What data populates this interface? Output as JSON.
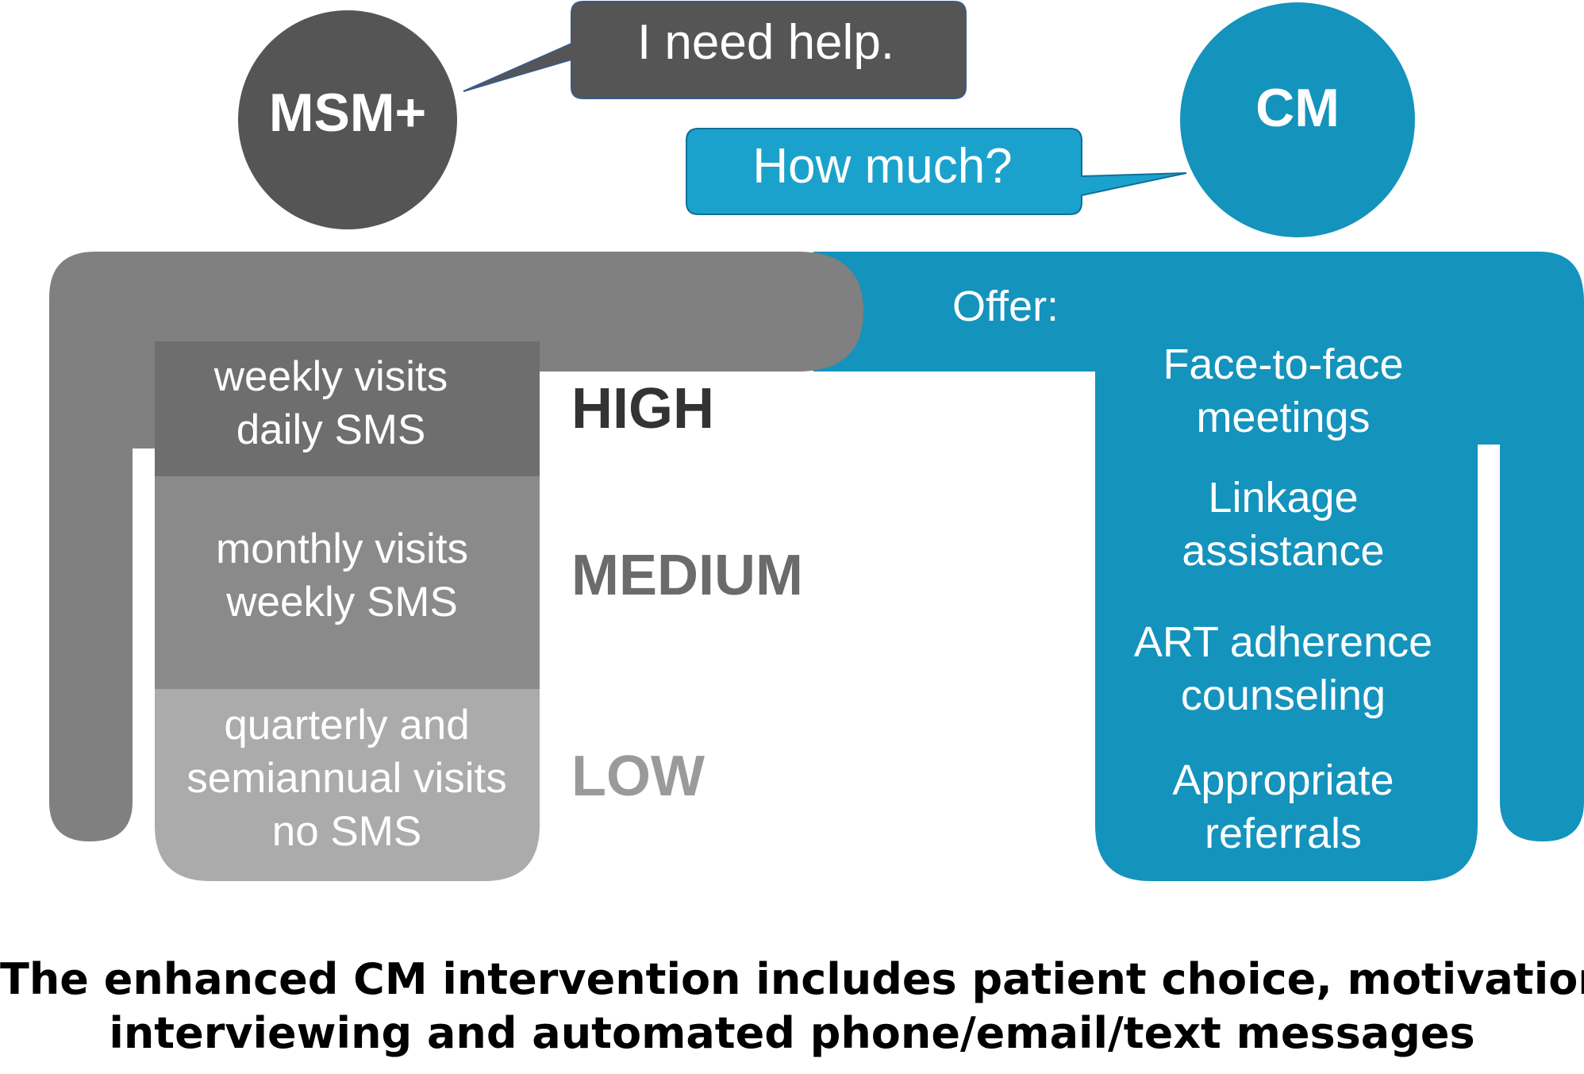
{
  "colors": {
    "msm_dark": "#555555",
    "msm_body": "#808080",
    "high_tier": "#6e6e6e",
    "medium_tier": "#8a8a8a",
    "low_tier": "#ababab",
    "cm_blue": "#1493bd",
    "bubble_blue": "#1ba2cc",
    "high_label": "#333333",
    "medium_label": "#6b6b6b",
    "low_label": "#9a9a9a",
    "caption": "#000000"
  },
  "msm": {
    "head_label": "MSM+",
    "speech": "I need help."
  },
  "cm": {
    "head_label": "CM",
    "speech": "How much?"
  },
  "tiers": {
    "high": {
      "label": "HIGH",
      "lines": [
        "weekly visits",
        "daily SMS"
      ]
    },
    "medium": {
      "label": "MEDIUM",
      "lines": [
        "monthly visits",
        "weekly SMS"
      ]
    },
    "low": {
      "label": "LOW",
      "lines": [
        "quarterly and",
        "semiannual  visits",
        "no SMS"
      ]
    }
  },
  "offer": {
    "title": "Offer:",
    "items": [
      [
        "Face-to-face",
        "meetings"
      ],
      [
        "Linkage",
        "assistance"
      ],
      [
        "ART adherence",
        "counseling"
      ],
      [
        "Appropriate",
        "referrals"
      ]
    ]
  },
  "caption": {
    "line1": "The enhanced CM intervention includes patient choice, motivational",
    "line2": "interviewing and automated phone/email/text messages"
  }
}
